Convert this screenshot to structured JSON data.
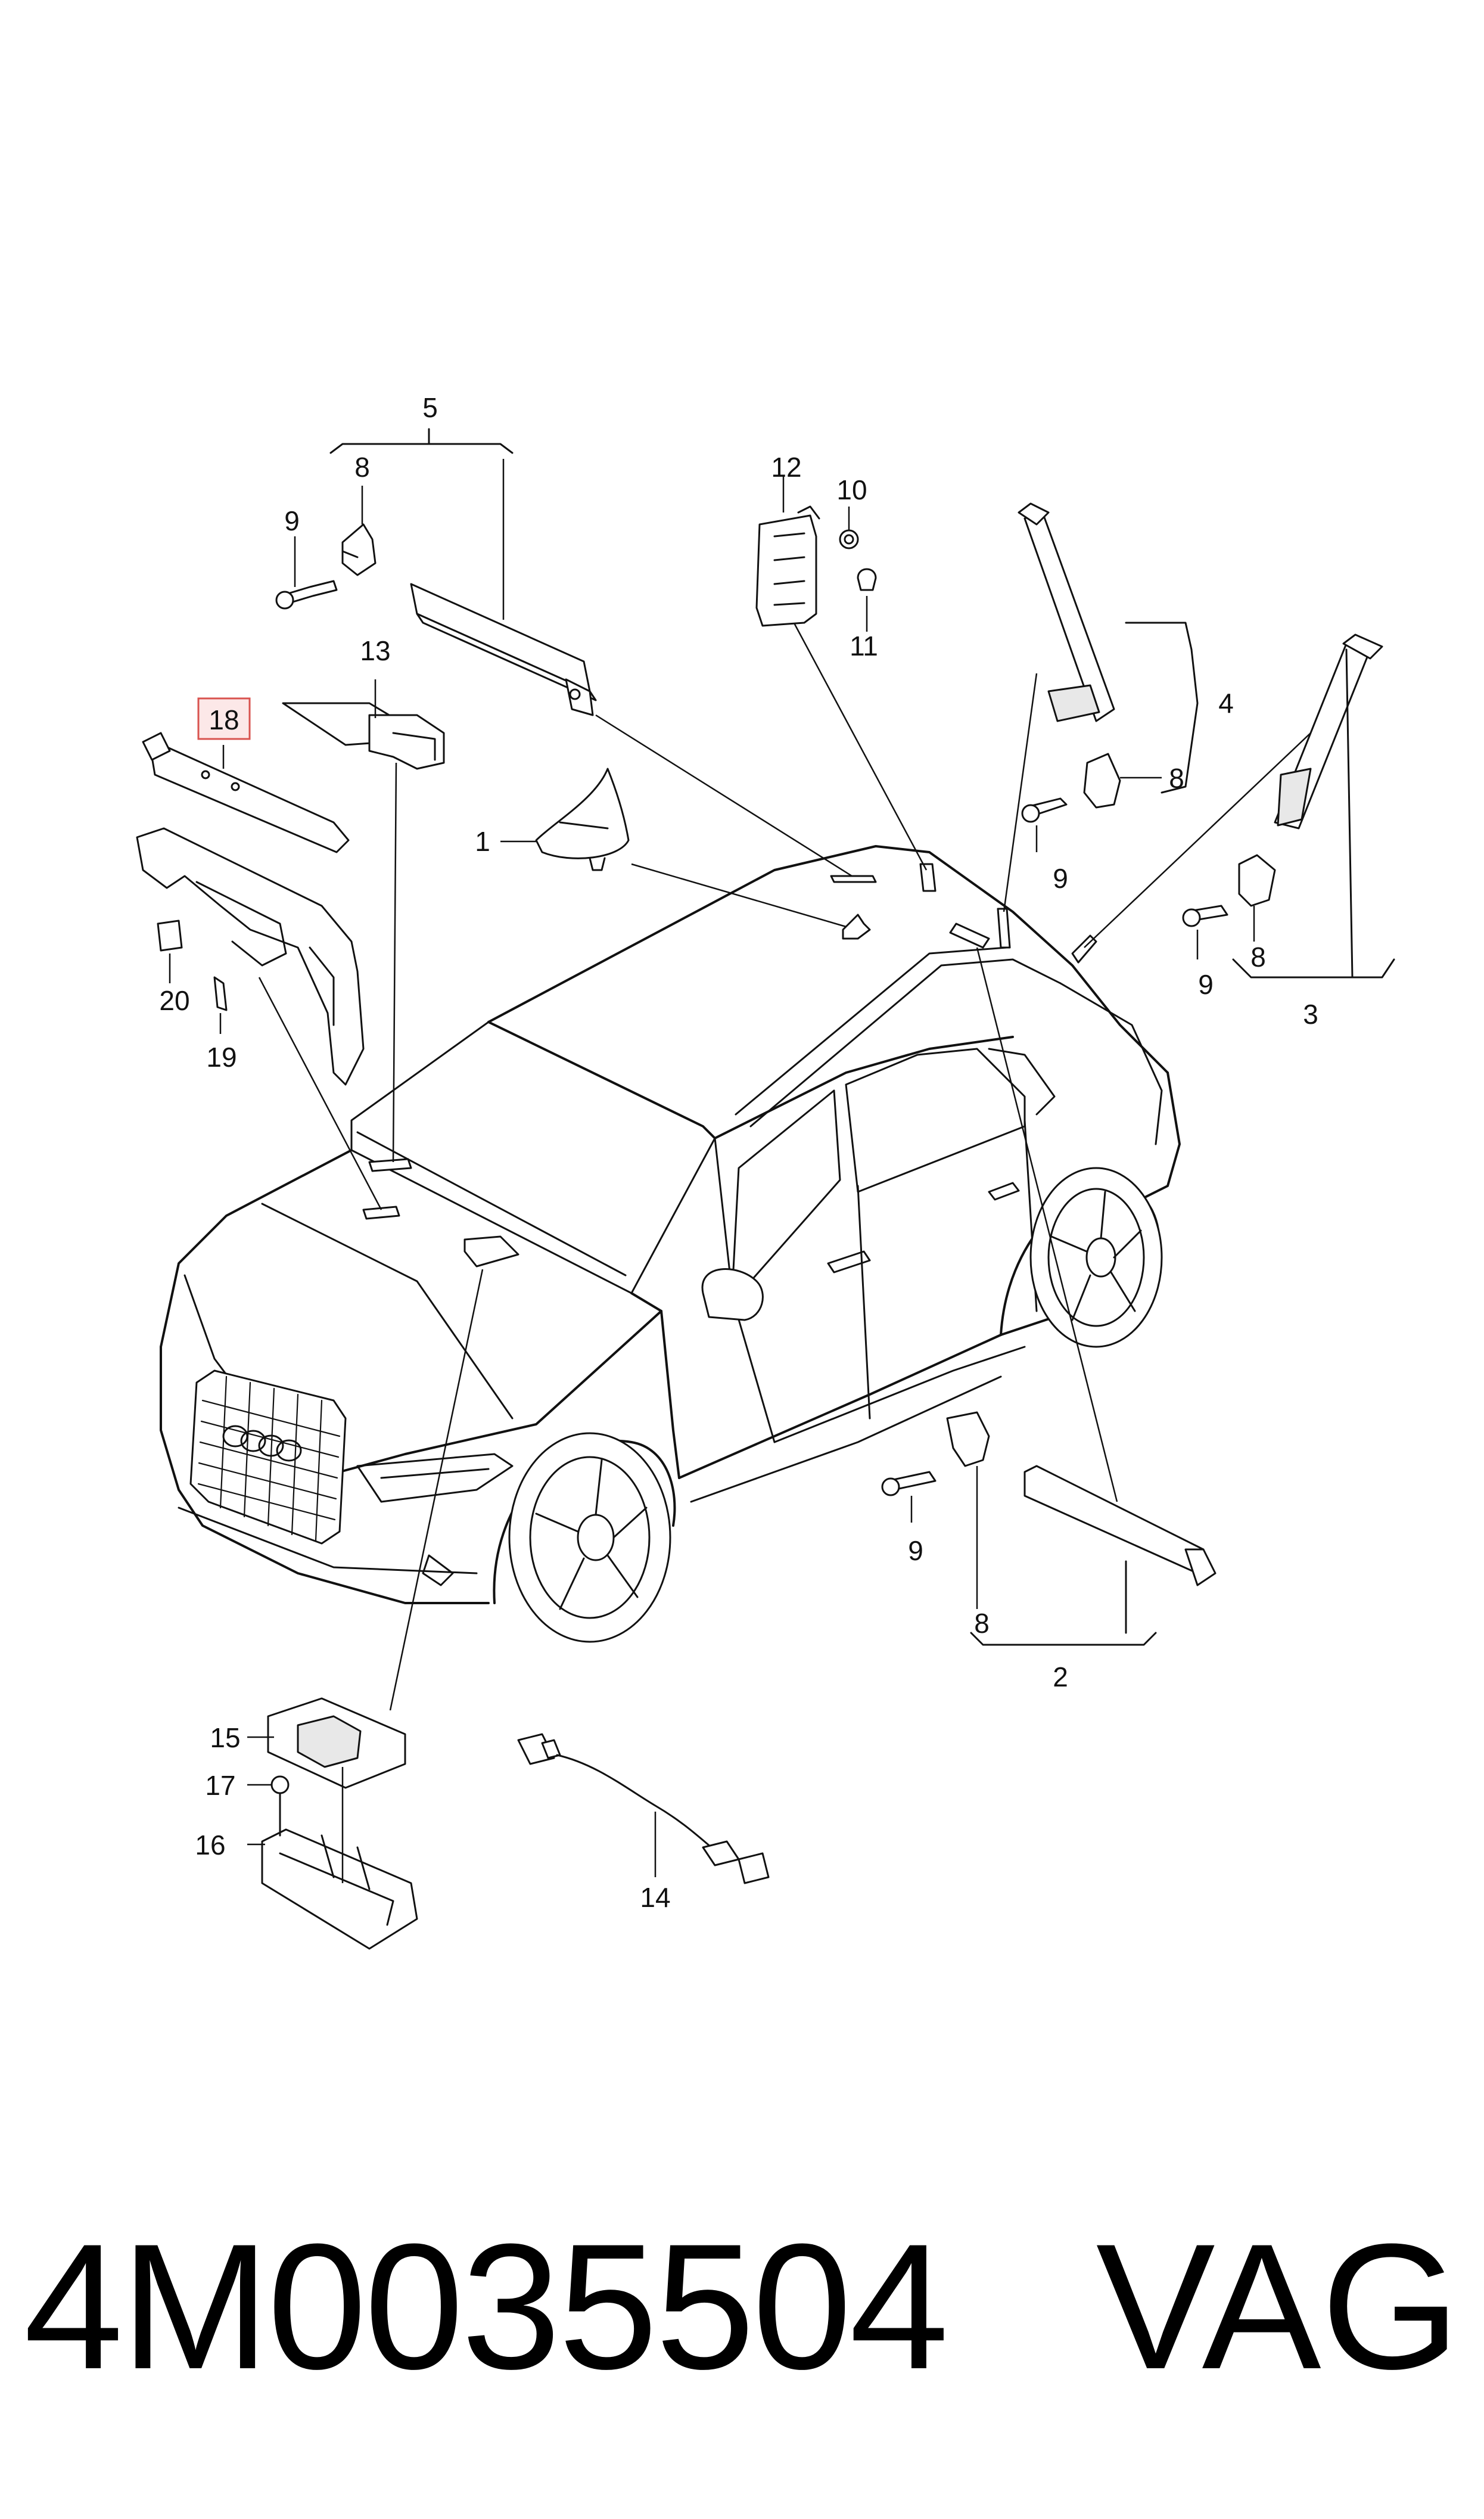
{
  "diagram": {
    "callouts": {
      "c1": "1",
      "c2": "2",
      "c3": "3",
      "c4": "4",
      "c5": "5",
      "c8a": "8",
      "c8b": "8",
      "c8c": "8",
      "c8d": "8",
      "c9a": "9",
      "c9b": "9",
      "c9c": "9",
      "c9d": "9",
      "c10": "10",
      "c11": "11",
      "c12": "12",
      "c13": "13",
      "c14": "14",
      "c15": "15",
      "c16": "16",
      "c17": "17",
      "c18": "18",
      "c19": "19",
      "c20": "20"
    },
    "highlighted_callout": "18",
    "highlight_color": "#d9534f"
  },
  "footer": {
    "part_number": "4M0035504",
    "brand": "VAG"
  }
}
